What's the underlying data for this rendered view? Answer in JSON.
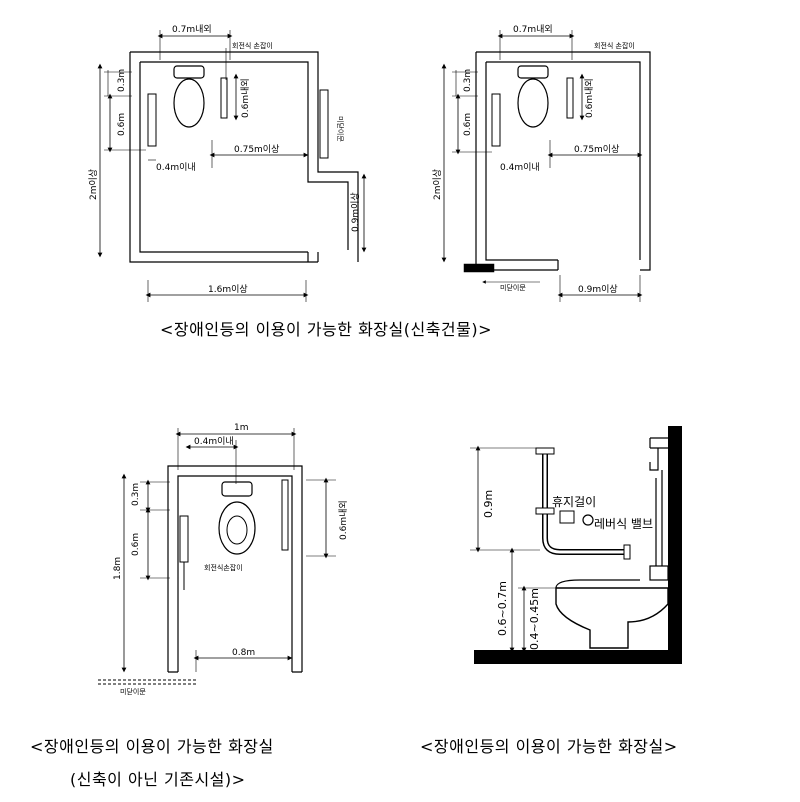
{
  "plan1": {
    "top_width": "0.7m내외",
    "rotary_handle": "회전식 손잡이",
    "h_03": "0.3m",
    "h_06": "0.6m",
    "grab_06": "0.6m내외",
    "total_2m": "2m이상",
    "left_04": "0.4m이내",
    "right_075": "0.75m이상",
    "sliding_door": "미닫이문",
    "door_09": "0.9m이상",
    "bottom_16": "1.6m이상"
  },
  "plan2": {
    "top_width": "0.7m내외",
    "rotary_handle": "회전식 손잡이",
    "h_03": "0.3m",
    "h_06": "0.6m",
    "grab_06": "0.6m내외",
    "total_2m": "2m이상",
    "left_04": "0.4m이내",
    "right_075": "0.75m이상",
    "sliding_door": "미닫이문",
    "door_09": "0.9m이상"
  },
  "plan3": {
    "top_1m": "1m",
    "top_04": "0.4m이내",
    "h_03": "0.3m",
    "h_06": "0.6m",
    "total_18": "1.8m",
    "grab_06": "0.6m내외",
    "rotary_handle": "회전식손잡이",
    "door_08": "0.8m",
    "sliding_door": "미닫이문"
  },
  "elevation": {
    "h_09": "0.9m",
    "h_0607": "0.6~0.7m",
    "h_04045": "0.4~0.45m",
    "paper_holder": "휴지걸이",
    "lever_valve": "레버식 밸브"
  },
  "captions": {
    "c1": "<장애인등의 이용이 가능한 화장실(신축건물)>",
    "c2a": "<장애인등의 이용이 가능한 화장실",
    "c2b": "(신축이 아닌 기존시설)>",
    "c3": "<장애인등의 이용이 가능한 화장실>"
  }
}
